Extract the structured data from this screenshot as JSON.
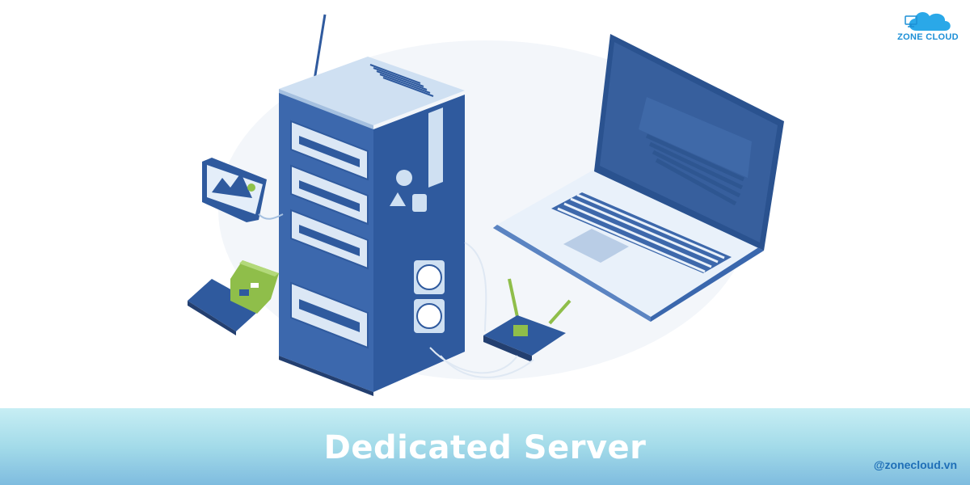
{
  "brand": {
    "name": "ZONE CLOUD",
    "icon": "cloud-computer-icon",
    "accent_color": "#1c8fd6"
  },
  "banner": {
    "title": "Dedicated Server",
    "handle": "@zonecloud.vn",
    "gradient_top": "#c7eef4",
    "gradient_bottom": "#7fbcdf"
  },
  "illustration": {
    "icons": [
      "server-rack-icon",
      "laptop-icon",
      "wifi-router-icon",
      "monitor-chart-icon",
      "circuit-board-icon",
      "hard-drive-icon"
    ],
    "primary_color": "#2f5a9e",
    "light_color": "#cfe0f2"
  }
}
